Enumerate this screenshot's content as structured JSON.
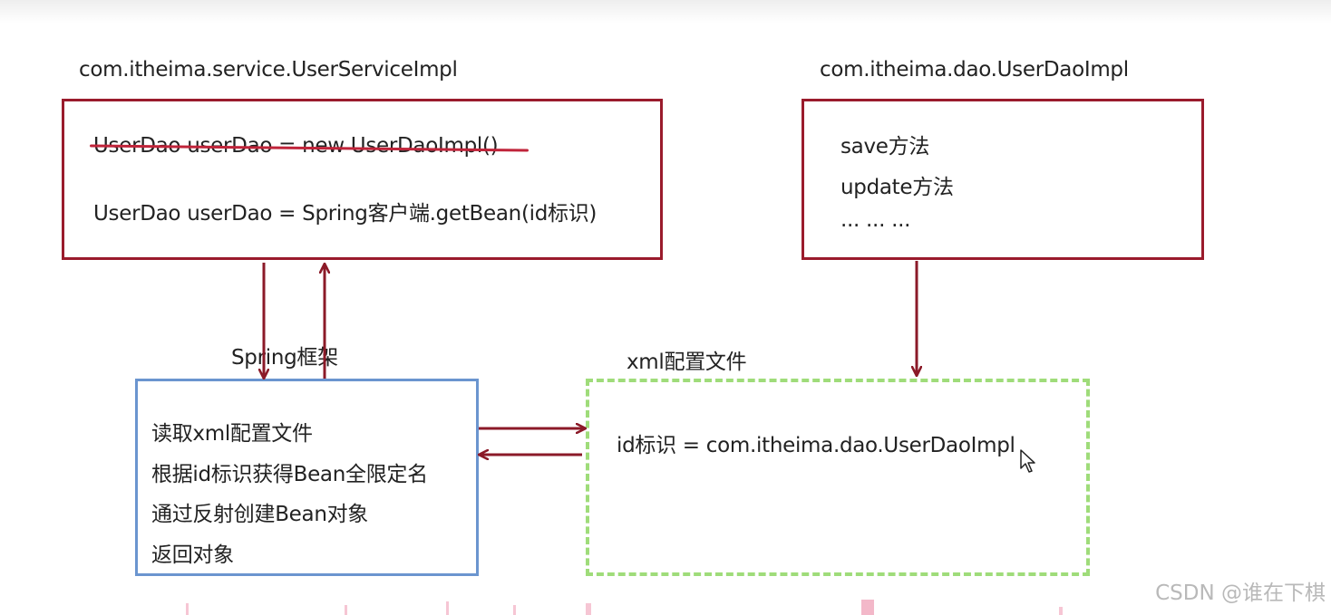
{
  "service": {
    "title": "com.itheima.service.UserServiceImpl",
    "line_old": "UserDao userDao = new UserDaoImpl()",
    "line_new": "UserDao userDao = Spring客户端.getBean(id标识)"
  },
  "dao": {
    "title": "com.itheima.dao.UserDaoImpl",
    "lines": [
      "save方法",
      "update方法",
      "... ... ..."
    ]
  },
  "spring": {
    "label": "Spring框架",
    "steps": [
      "读取xml配置文件",
      "根据id标识获得Bean全限定名",
      "通过反射创建Bean对象",
      "返回对象"
    ]
  },
  "xml": {
    "label": "xml配置文件",
    "content": "id标识 = com.itheima.dao.UserDaoImpl"
  },
  "watermark": "CSDN @谁在下棋",
  "colors": {
    "arrow": "#8b1a28",
    "red_box": "#9a1b2c",
    "blue_box": "#6b95cf",
    "green_dashed": "#9fdc7a",
    "strike": "#c0243a"
  }
}
